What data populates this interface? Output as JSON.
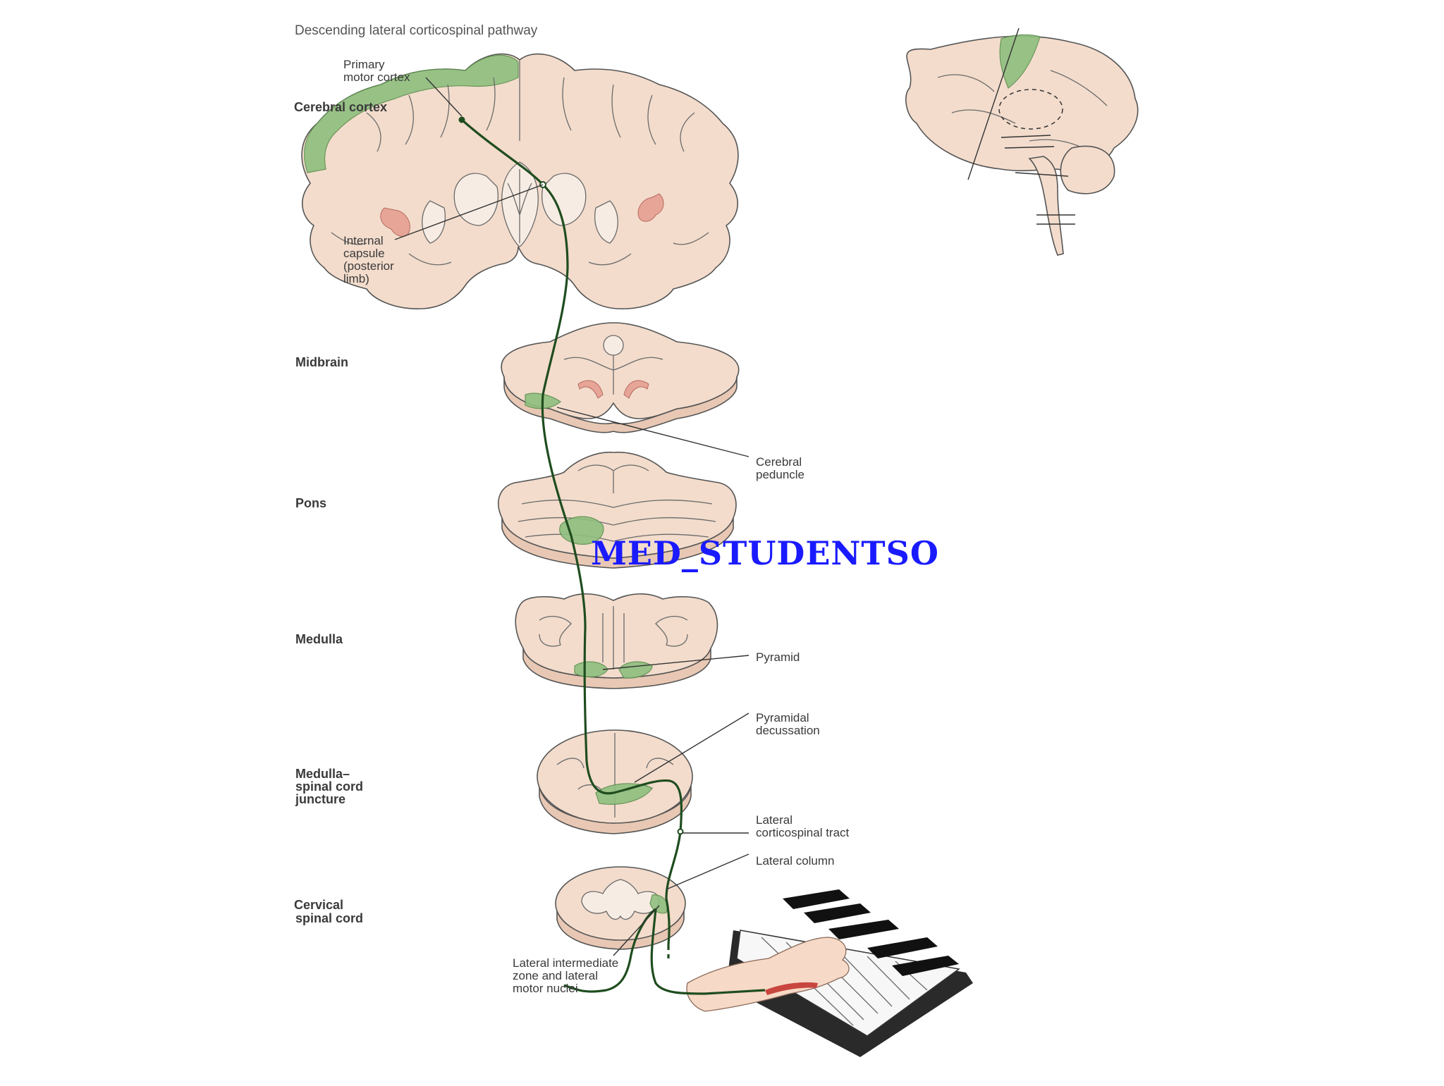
{
  "title": "Descending lateral corticospinal pathway",
  "watermark": "MED_STUDENTSO",
  "levels": {
    "cerebral_cortex": "Cerebral cortex",
    "midbrain": "Midbrain",
    "pons": "Pons",
    "medulla": "Medulla",
    "medulla_spinal_juncture": [
      "Medulla–",
      "spinal cord",
      "juncture"
    ],
    "cervical_spinal_cord": [
      "Cervical",
      "spinal cord"
    ]
  },
  "structures": {
    "primary_motor_cortex": [
      "Primary",
      "motor cortex"
    ],
    "internal_capsule": [
      "Internal",
      "capsule",
      "(posterior",
      "limb)"
    ],
    "cerebral_peduncle": [
      "Cerebral",
      "peduncle"
    ],
    "pyramid": "Pyramid",
    "pyramidal_decussation": [
      "Pyramidal",
      "decussation"
    ],
    "lateral_corticospinal_tract": [
      "Lateral",
      "corticospinal tract"
    ],
    "lateral_column": "Lateral column",
    "lateral_intermediate_zone": [
      "Lateral intermediate",
      "zone and lateral",
      "motor nuclei"
    ]
  },
  "colors": {
    "tissue": "#f3dccc",
    "motor_green": "#8fbf7f",
    "pathway": "#1f4d1f",
    "watermark": "#1a1aff"
  }
}
